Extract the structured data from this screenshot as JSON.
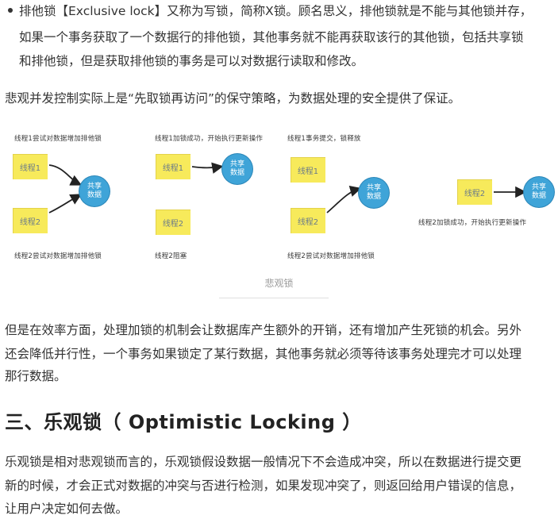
{
  "bullet": {
    "lines": [
      "排他锁【Exclusive lock】又称为写锁，简称X锁。顾名思义，排他锁就是不能与其他锁并存，",
      "如果一个事务获取了一个数据行的排他锁，其他事务就不能再获取该行的其他锁，包括共享锁",
      "和排他锁，但是获取排他锁的事务是可以对数据行读取和修改。"
    ]
  },
  "para_pessimistic": "悲观并发控制实际上是“先取锁再访问”的保守策略，为数据处理的安全提供了保证。",
  "figure": {
    "panels": [
      {
        "top_caption": "线程1尝试对数据增加排他锁",
        "bottom_caption": "线程2尝试对数据增加排他锁",
        "note1": "线程1",
        "note2": "线程2",
        "circle_line1": "共享",
        "circle_line2": "数据"
      },
      {
        "top_caption": "线程1加锁成功，开始执行更新操作",
        "bottom_caption": "线程2阻塞",
        "note1": "线程1",
        "note2": "线程2",
        "circle_line1": "共享",
        "circle_line2": "数据"
      },
      {
        "top_caption": "线程1事务提交，锁释放",
        "bottom_caption": "线程2尝试对数据增加排他锁",
        "note1": "线程1",
        "note2": "线程2",
        "circle_line1": "共享",
        "circle_line2": "数据"
      },
      {
        "bottom_caption": "线程2加锁成功，开始执行更新操作",
        "note2": "线程2",
        "circle_line1": "共享",
        "circle_line2": "数据"
      }
    ],
    "caption": "悲观锁"
  },
  "para_efficiency": {
    "lines": [
      "但是在效率方面，处理加锁的机制会让数据库产生额外的开销，还有增加产生死锁的机会。另外",
      "还会降低并行性，一个事务如果锁定了某行数据，其他事务就必须等待该事务处理完才可以处理",
      "那行数据。"
    ]
  },
  "heading": "三、乐观锁（ Optimistic Locking ）",
  "para_optimistic": {
    "lines": [
      "乐观锁是相对悲观锁而言的，乐观锁假设数据一般情况下不会造成冲突，所以在数据进行提交更",
      "新的时候，才会正式对数据的冲突与否进行检测，如果发现冲突了，则返回给用户错误的信息，",
      "让用户决定如何去做。"
    ]
  },
  "colors": {
    "text": "#333333",
    "sticky_note": "#f7ea5b",
    "shared_data_circle": "#3fa4d8",
    "caption": "#999999"
  }
}
